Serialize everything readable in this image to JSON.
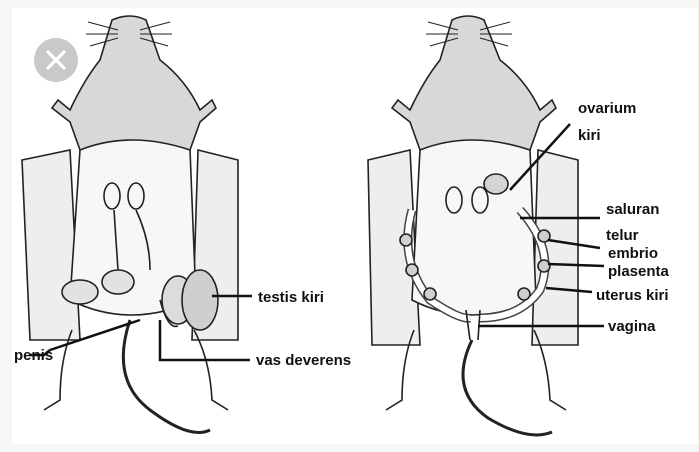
{
  "close_button": {
    "icon": "close-icon",
    "color": "#c9c9c9"
  },
  "labels": {
    "penis": "penis",
    "testis_kiri": "testis kiri",
    "vas_deverens": "vas deverens",
    "ovarium_kiri_1": "ovarium",
    "ovarium_kiri_2": "kiri",
    "saluran_telur_1": "saluran",
    "saluran_telur_2": "telur",
    "embrio": "embrio",
    "plasenta": "plasenta",
    "uterus_kiri": "uterus kiri",
    "vagina": "vagina"
  }
}
